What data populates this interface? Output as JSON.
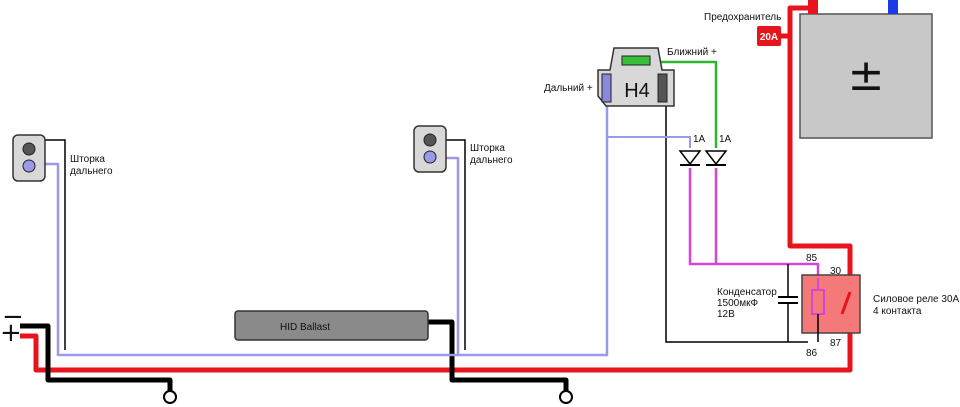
{
  "labels": {
    "fuse_caption": "Предохранитель",
    "fuse_value": "20A",
    "battery_symbol": "±",
    "low_beam": "Ближний +",
    "high_beam": "Дальний +",
    "lamp_socket": "H4",
    "shutter_left_1": "Шторка",
    "shutter_left_2": "дальнего",
    "shutter_right_1": "Шторка",
    "shutter_right_2": "дальнего",
    "diode_1": "1A",
    "diode_2": "1A",
    "relay_pin_85": "85",
    "relay_pin_86": "86",
    "relay_pin_30": "30",
    "relay_pin_87": "87",
    "capacitor_1": "Конденсатор",
    "capacitor_2": "1500мкФ",
    "capacitor_3": "12В",
    "relay_1": "Силовое реле 30А",
    "relay_2": "4 контакта",
    "ballast": "HID Ballast",
    "power_sign_plus": "+",
    "power_sign_minus": "−"
  },
  "colors": {
    "positive_wire": "#e8141b",
    "ground_wire": "#000000",
    "signal_wire": "#9a9ae6",
    "diode_wire": "#d645d6",
    "low_beam_wire": "#2fb52f",
    "battery_body": "#c8c8c8",
    "battery_plus_terminal": "#e8141b",
    "battery_minus_terminal": "#1a3ae8",
    "relay_body": "#f47a7a",
    "ballast_body": "#8a8a8a",
    "socket_body": "#d8d8d8"
  }
}
